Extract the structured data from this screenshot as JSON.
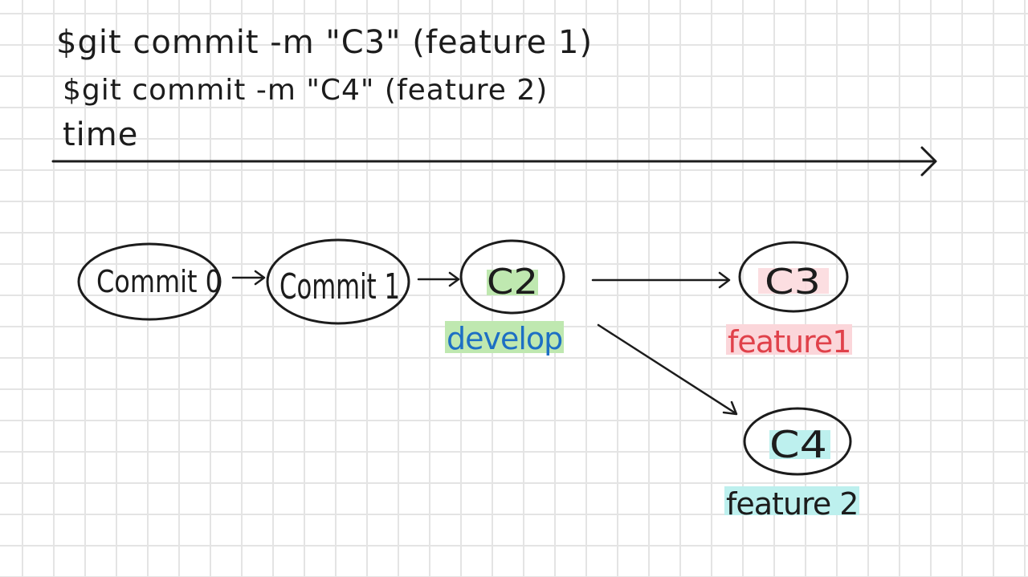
{
  "commands": {
    "line1": "$git commit -m \"C3\" (feature 1)",
    "line2": "$git commit -m \"C4\" (feature 2)"
  },
  "timeline": {
    "label": "time"
  },
  "commits": {
    "commit0": "Commit 0",
    "commit1": "Commit 1",
    "c2": "C2",
    "c3": "C3",
    "c4": "C4"
  },
  "branches": {
    "develop": "develop",
    "feature1": "feature1",
    "feature2": "feature 2"
  },
  "colors": {
    "develop_text": "#1d6fc4",
    "develop_highlight": "#bfe8b0",
    "feature1_text": "#e0414a",
    "feature1_highlight": "#fbd6da",
    "feature2_highlight": "#bdf0ee",
    "grid": "#e4e4e4",
    "ink": "#1c1c1c"
  }
}
